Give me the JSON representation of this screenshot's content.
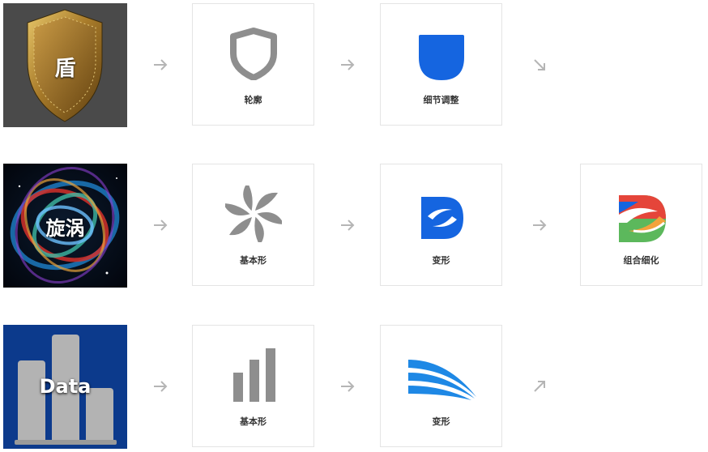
{
  "colors": {
    "outline_gray": "#8e8e8e",
    "blue": "#1565e0",
    "red": "#e5453a",
    "green": "#5cb85c",
    "arrow_gray": "#b5b5b5",
    "card_border": "#e4e4e4",
    "data_bg": "#0c3a8c"
  },
  "rows": [
    {
      "source": {
        "label": "盾",
        "icon": "shield-photo"
      },
      "steps": [
        {
          "label": "轮廓",
          "icon": "shield-outline-icon"
        },
        {
          "label": "细节调整",
          "icon": "shield-filled-icon"
        }
      ],
      "trailing_arrow": "down-right"
    },
    {
      "source": {
        "label": "旋涡",
        "icon": "vortex-photo"
      },
      "steps": [
        {
          "label": "基本形",
          "icon": "pinwheel-icon"
        },
        {
          "label": "变形",
          "icon": "swirl-logo-icon"
        },
        {
          "label": "组合细化",
          "icon": "colored-logo-icon"
        }
      ]
    },
    {
      "source": {
        "label": "Data",
        "icon": "bar-chart-photo"
      },
      "steps": [
        {
          "label": "基本形",
          "icon": "bar-chart-icon"
        },
        {
          "label": "变形",
          "icon": "wing-icon"
        }
      ],
      "trailing_arrow": "up-right"
    }
  ]
}
